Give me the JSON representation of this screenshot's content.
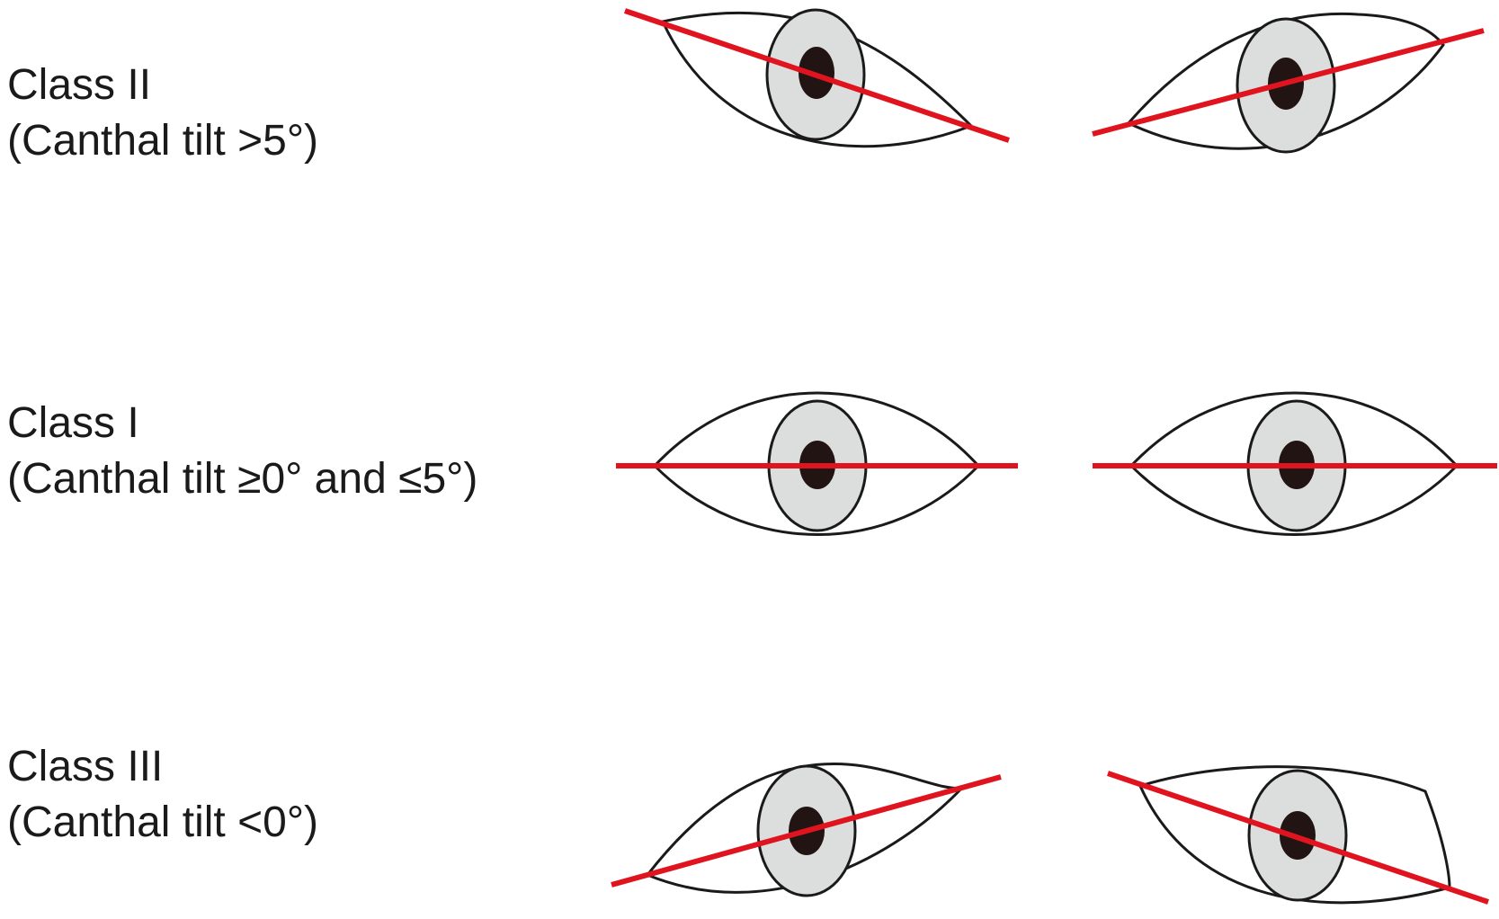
{
  "rows": [
    {
      "class_label": "Class II",
      "tilt_label": "(Canthal tilt >5°)"
    },
    {
      "class_label": "Class I",
      "tilt_label": "(Canthal tilt ≥0° and ≤5°)"
    },
    {
      "class_label": "Class III",
      "tilt_label": "(Canthal tilt <0°)"
    }
  ],
  "colors": {
    "canthal_line": "#e0141e",
    "outline": "#1a1a1a",
    "iris": "#dcdedd",
    "pupil": "#231414"
  }
}
